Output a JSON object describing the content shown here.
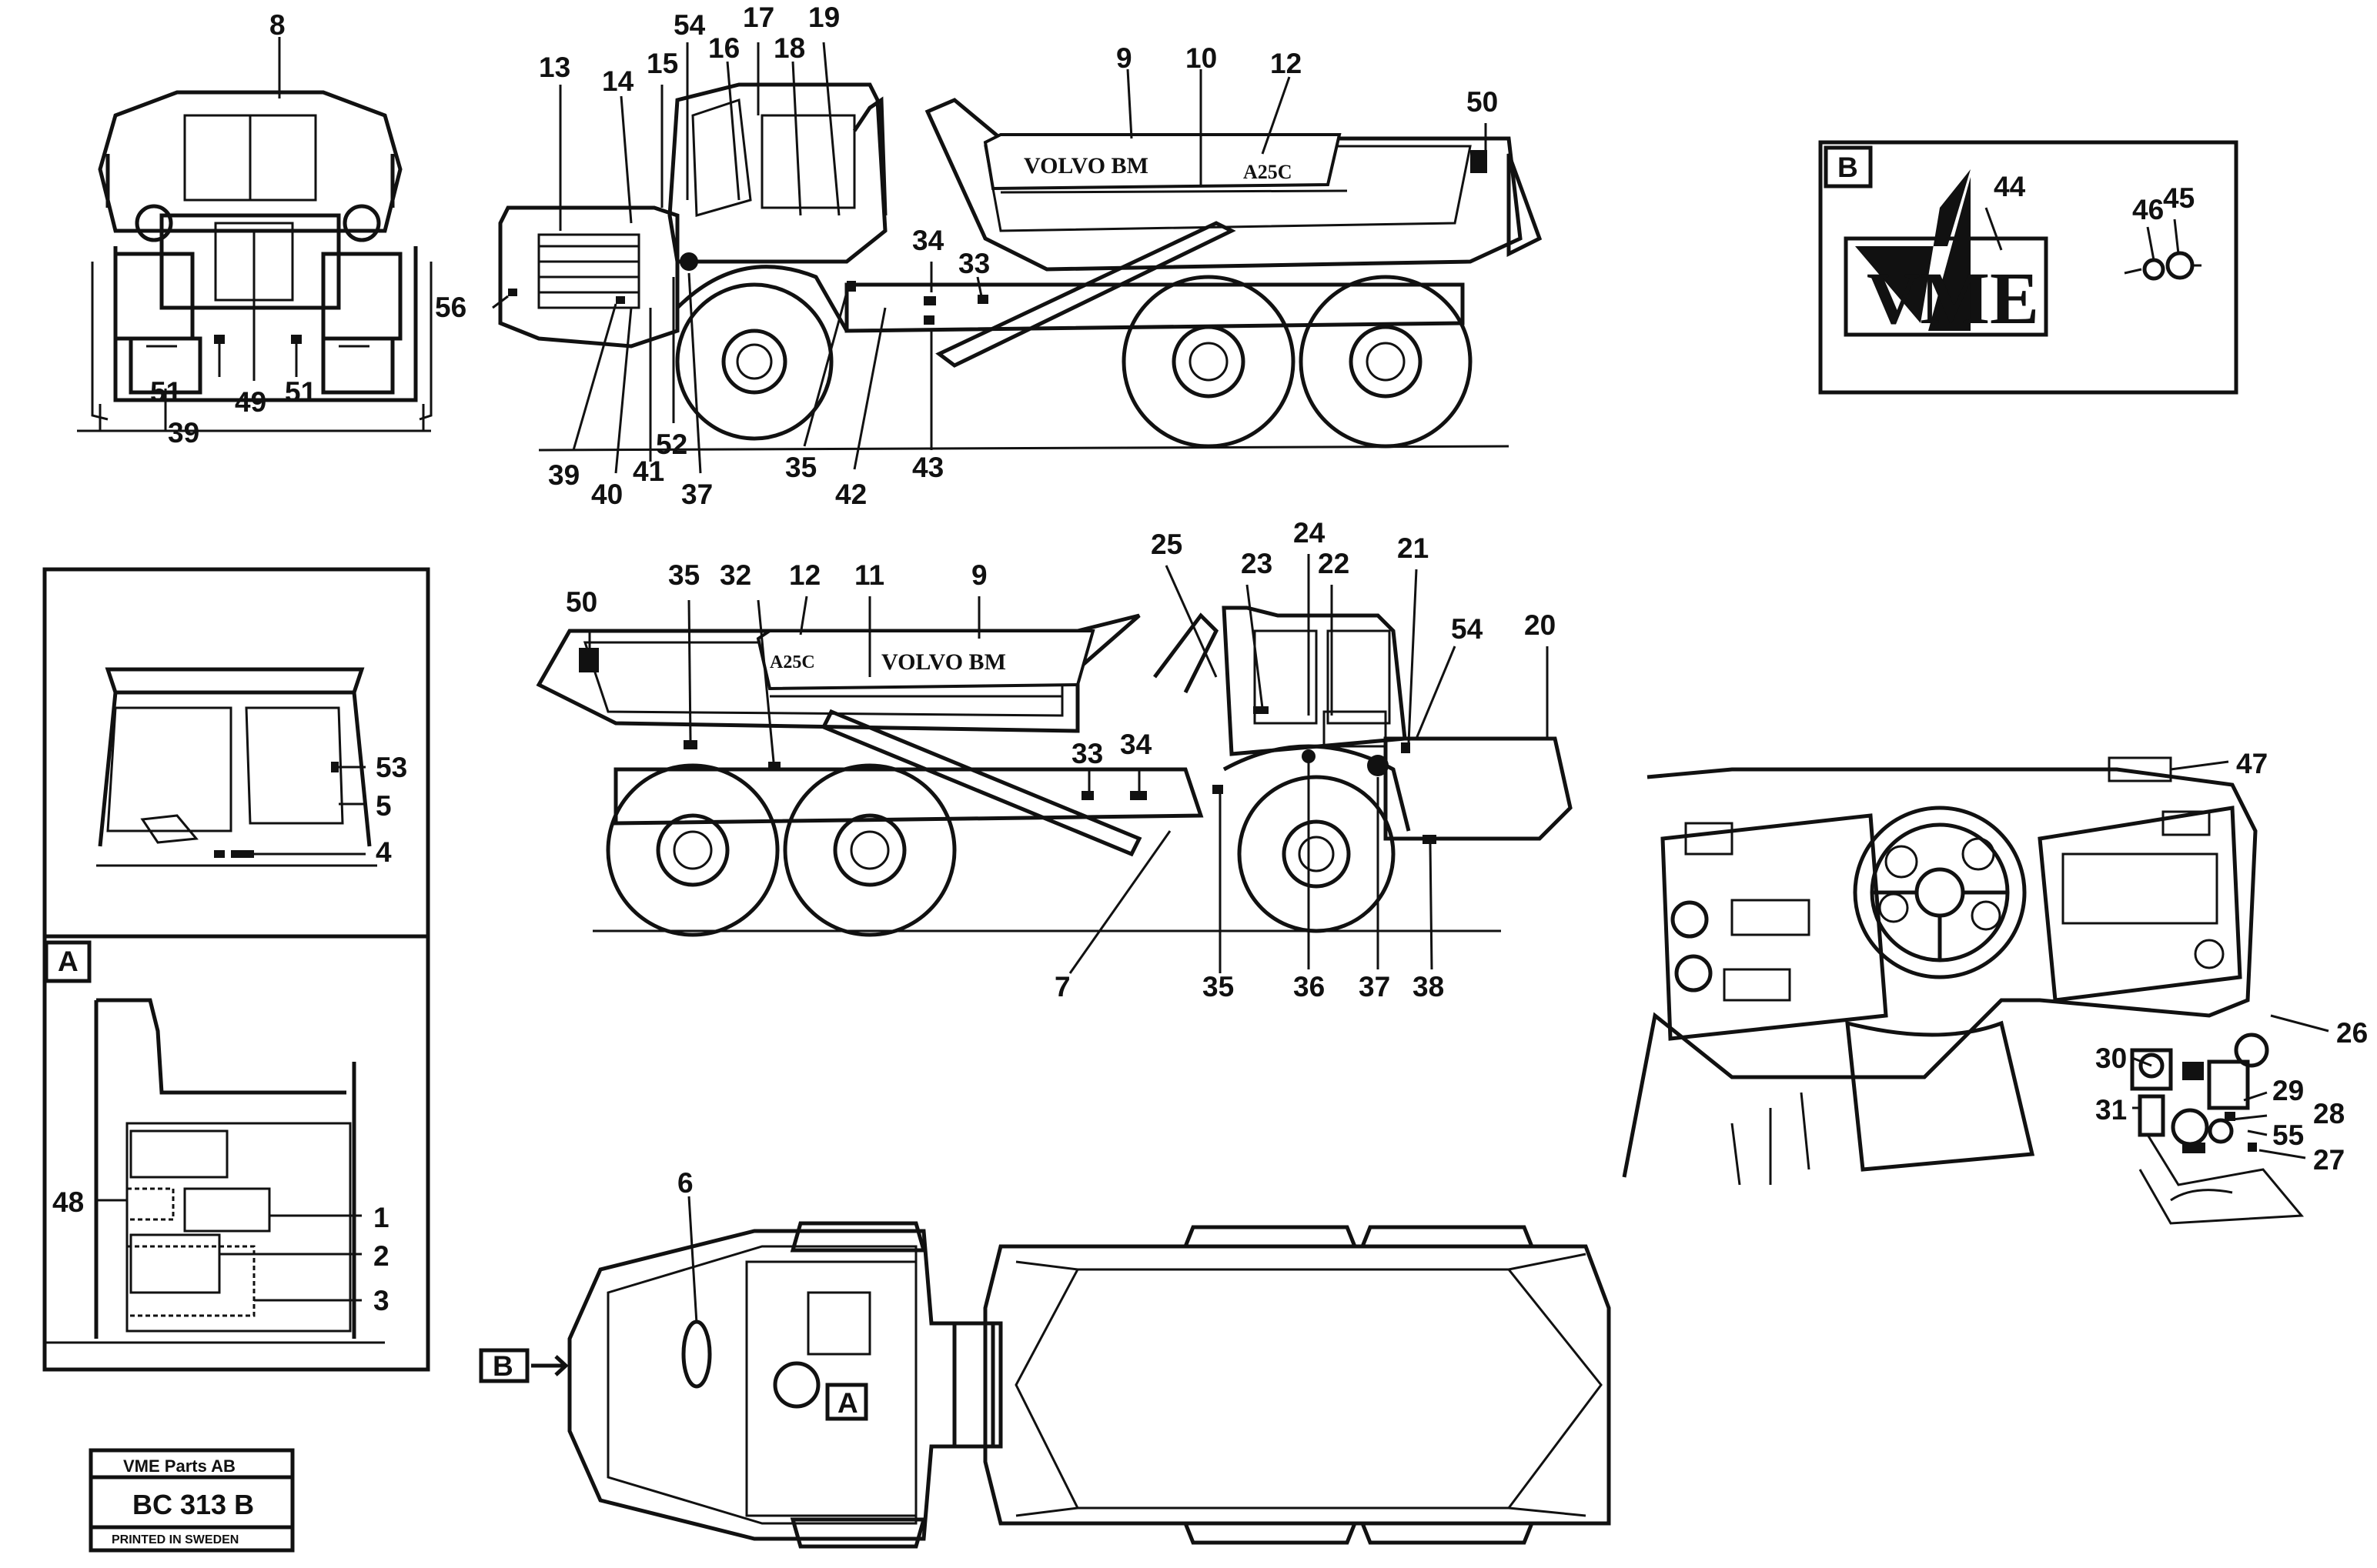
{
  "callouts": {
    "c8": "8",
    "c13": "13",
    "c14": "14",
    "c15": "15",
    "c54": "54",
    "c16": "16",
    "c17": "17",
    "c18": "18",
    "c19": "19",
    "c9": "9",
    "c10": "10",
    "c12": "12",
    "c50": "50",
    "c56": "56",
    "c34": "34",
    "c33": "33",
    "c51a": "51",
    "c49": "49",
    "c51b": "51",
    "c39a": "39",
    "c39b": "39",
    "c40": "40",
    "c41": "41",
    "c52": "52",
    "c37": "37",
    "c35": "35",
    "c42": "42",
    "c43": "43",
    "r50": "50",
    "r35": "35",
    "r32": "32",
    "r12": "12",
    "r11": "11",
    "r9": "9",
    "r25": "25",
    "r24": "24",
    "r23": "23",
    "r22": "22",
    "r21": "21",
    "r54": "54",
    "r20": "20",
    "r33": "33",
    "r34": "34",
    "r7": "7",
    "r35b": "35",
    "r36": "36",
    "r37": "37",
    "r38": "38",
    "w53": "53",
    "w5": "5",
    "w4": "4",
    "a48": "48",
    "a1": "1",
    "a2": "2",
    "a3": "3",
    "d47": "47",
    "d26": "26",
    "d30": "30",
    "d29": "29",
    "d28": "28",
    "d31": "31",
    "d55": "55",
    "d27": "27",
    "b44": "44",
    "b46": "46",
    "b45": "45",
    "t6": "6"
  },
  "tags": {
    "inset_a": "A",
    "inset_b": "B",
    "top_view_b": "B",
    "top_view_a": "A"
  },
  "decals": {
    "brand_left": "VOLVO BM",
    "model_left": "A25C",
    "brand_right": "VOLVO BM",
    "model_right": "A25C",
    "logo": "VME"
  },
  "stamp": {
    "company": "VME Parts AB",
    "code": "BC 313 B",
    "printed": "PRINTED IN SWEDEN"
  }
}
